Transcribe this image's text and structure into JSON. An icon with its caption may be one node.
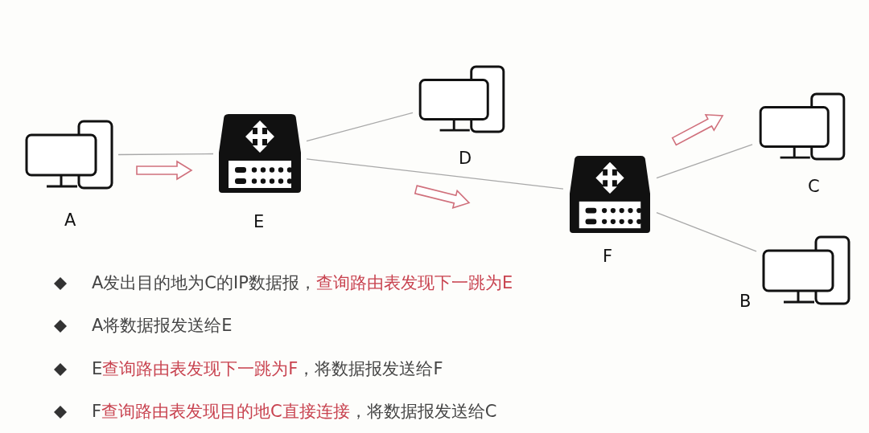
{
  "diagram": {
    "nodes": [
      {
        "text": [
          "A"
        ]
      },
      {
        "text": [
          "E"
        ]
      },
      {
        "text": [
          "D"
        ]
      },
      {
        "text": [
          "F"
        ]
      },
      {
        "text": [
          "C"
        ]
      },
      {
        "text": [
          "B"
        ]
      }
    ],
    "edges": [
      {
        "from": 0,
        "to": 1,
        "arrow": "none"
      },
      {
        "from": 1,
        "to": 2,
        "arrow": "none"
      },
      {
        "from": 1,
        "to": 3,
        "arrow": "none"
      },
      {
        "from": 3,
        "to": 4,
        "arrow": "none"
      },
      {
        "from": 3,
        "to": 5,
        "arrow": "none"
      }
    ],
    "labels": [
      "A发出目的地为C的IP数据报，**查询路由表发现下一跳为E**",
      "A将数据报发送给E",
      "E**查询路由表发现下一跳为F**，将数据报发送给F",
      "F**查询路由表发现目的地C直接连接**，将数据报发送给C"
    ]
  }
}
